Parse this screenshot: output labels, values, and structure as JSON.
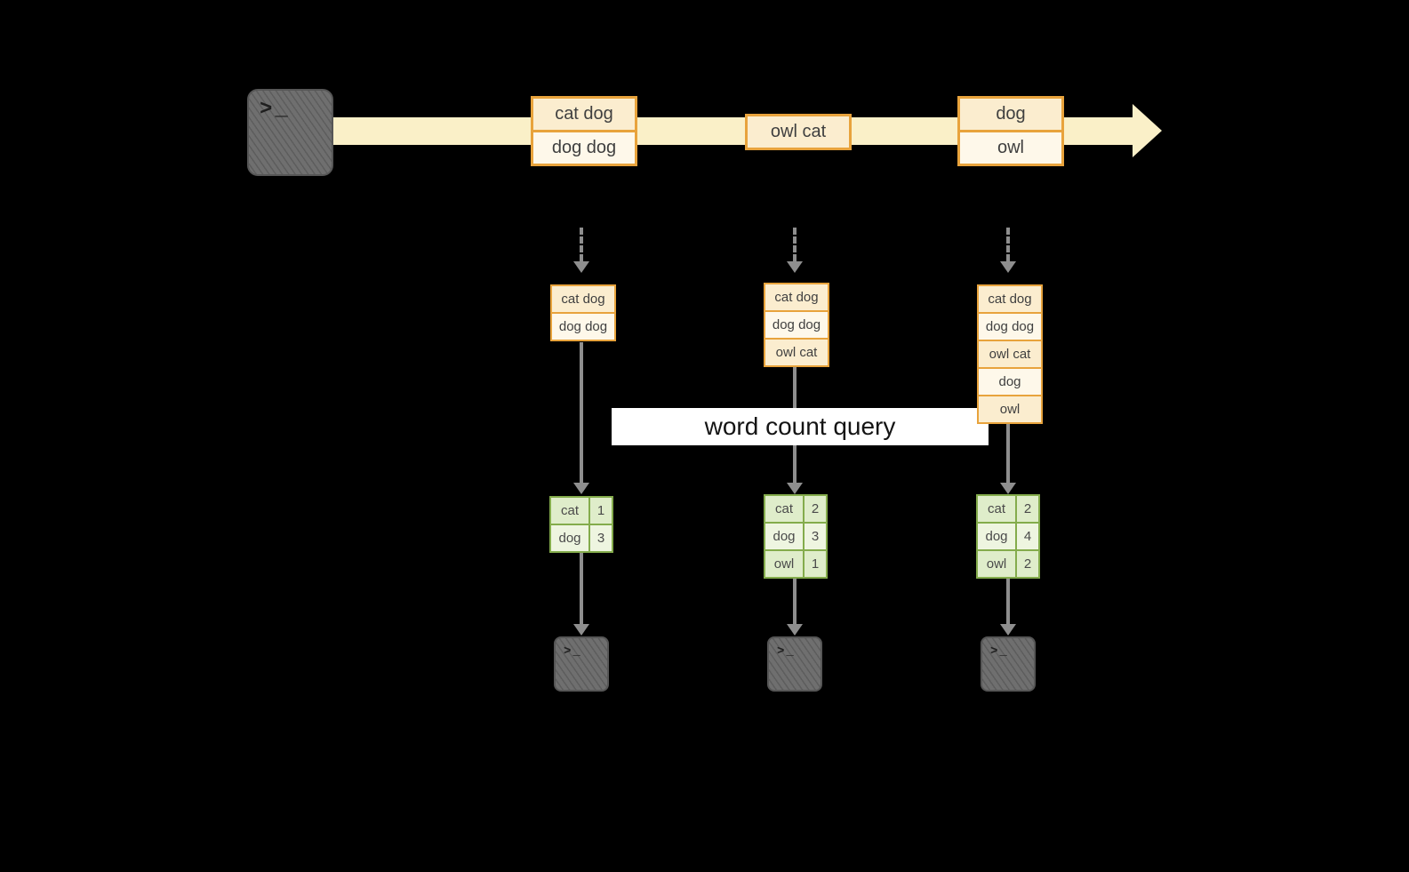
{
  "colors": {
    "background": "#000000",
    "stream_band": "#FAF0C8",
    "orange_border": "#E8A33C",
    "orange_fill_dark": "#FBEDCF",
    "orange_fill_light": "#FEF8EA",
    "green_border": "#84AC4C",
    "green_fill_dark": "#DFEDCA",
    "green_fill_light": "#EEF5E0",
    "arrow_gray": "#8E8E8E",
    "terminal_gray": "#6F6F6F",
    "query_band_bg": "#FFFFFF",
    "text": "#3F3F3F"
  },
  "source_terminal": {
    "glyph": ">_"
  },
  "sink_terminals": {
    "glyph": ">_"
  },
  "timeline": {
    "events": [
      {
        "rows": [
          "cat dog",
          "dog dog"
        ]
      },
      {
        "rows": [
          "owl cat"
        ]
      },
      {
        "rows": [
          "dog",
          "owl"
        ]
      }
    ]
  },
  "query": {
    "label": "word count query"
  },
  "snapshots": [
    {
      "input_rows": [
        "cat dog",
        "dog dog"
      ],
      "results": [
        {
          "word": "cat",
          "count": "1"
        },
        {
          "word": "dog",
          "count": "3"
        }
      ]
    },
    {
      "input_rows": [
        "cat dog",
        "dog dog",
        "owl cat"
      ],
      "results": [
        {
          "word": "cat",
          "count": "2"
        },
        {
          "word": "dog",
          "count": "3"
        },
        {
          "word": "owl",
          "count": "1"
        }
      ]
    },
    {
      "input_rows": [
        "cat dog",
        "dog dog",
        "owl cat",
        "dog",
        "owl"
      ],
      "results": [
        {
          "word": "cat",
          "count": "2"
        },
        {
          "word": "dog",
          "count": "4"
        },
        {
          "word": "owl",
          "count": "2"
        }
      ]
    }
  ]
}
